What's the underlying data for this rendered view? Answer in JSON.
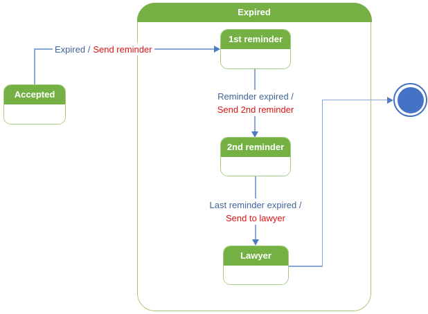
{
  "diagram": {
    "type": "uml-state-diagram",
    "states": {
      "accepted": {
        "label": "Accepted"
      },
      "expired": {
        "label": "Expired"
      },
      "first_reminder": {
        "label": "1st reminder"
      },
      "second_reminder": {
        "label": "2nd reminder"
      },
      "lawyer": {
        "label": "Lawyer"
      }
    },
    "transitions": {
      "accepted_to_first_reminder": {
        "trigger": "Expired /",
        "action": "Send reminder"
      },
      "first_to_second_reminder": {
        "trigger": "Reminder expired /",
        "action": "Send 2nd reminder"
      },
      "second_reminder_to_lawyer": {
        "trigger": "Last reminder expired /",
        "action": "Send to lawyer"
      }
    },
    "colors": {
      "state_green": "#74B043",
      "state_border_green": "#A3CB7E",
      "state_label_text": "#FFFFFF",
      "connector_blue": "#85A8D5",
      "arrowhead_blue": "#4D7CC1",
      "trigger_text": "#40659A",
      "action_text": "#E01212",
      "final_state_blue": "#4472C4"
    }
  }
}
